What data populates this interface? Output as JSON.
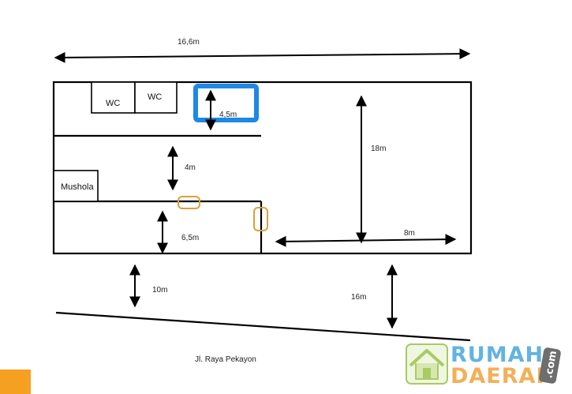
{
  "diagram": {
    "dimensions": {
      "total_width": "16,6m",
      "depth": "18m",
      "wc_block": "4,5m",
      "corridor": "4m",
      "front_room": "6,5m",
      "right_width": "8m",
      "setback": "10m",
      "right_setback": "16m"
    },
    "rooms": {
      "wc_1": "WC",
      "wc_2": "WC",
      "mushola": "Mushola"
    },
    "road": "Jl. Raya Pekayon"
  },
  "watermark": {
    "line1": "RUMAH",
    "line2": "DAERAH",
    "suffix": ".com",
    "colors": {
      "blue": "#47a6dc",
      "orange": "#f2a33c",
      "green": "#9bc14a"
    }
  },
  "colors": {
    "highlight_blue": "#1e88e5",
    "door_orange": "#d9a13a",
    "corner_tab": "#f5a021"
  }
}
